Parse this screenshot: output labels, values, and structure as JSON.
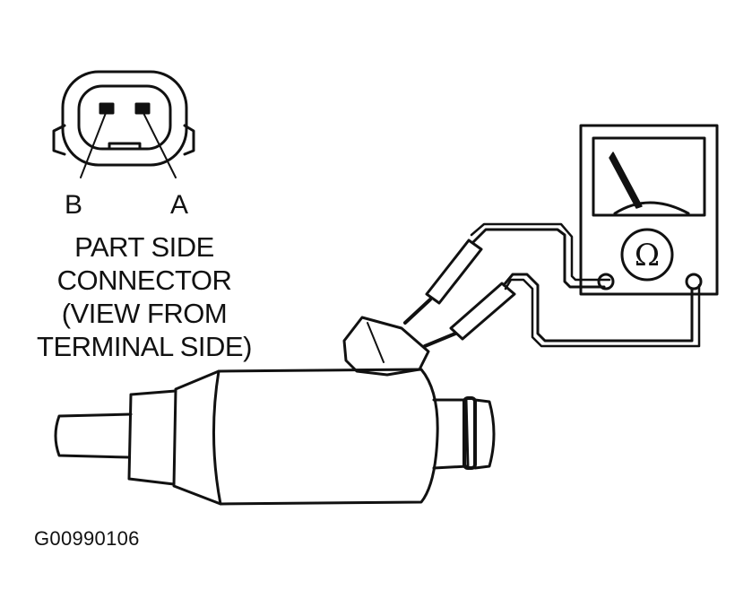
{
  "connector": {
    "pin_b_label": "B",
    "pin_a_label": "A",
    "caption_lines": [
      "PART SIDE",
      "CONNECTOR",
      "(VIEW FROM",
      "TERMINAL SIDE)"
    ]
  },
  "ohmmeter": {
    "symbol": "Ω"
  },
  "figure_code": "G00990106",
  "colors": {
    "ink": "#111111",
    "paper": "#ffffff"
  }
}
